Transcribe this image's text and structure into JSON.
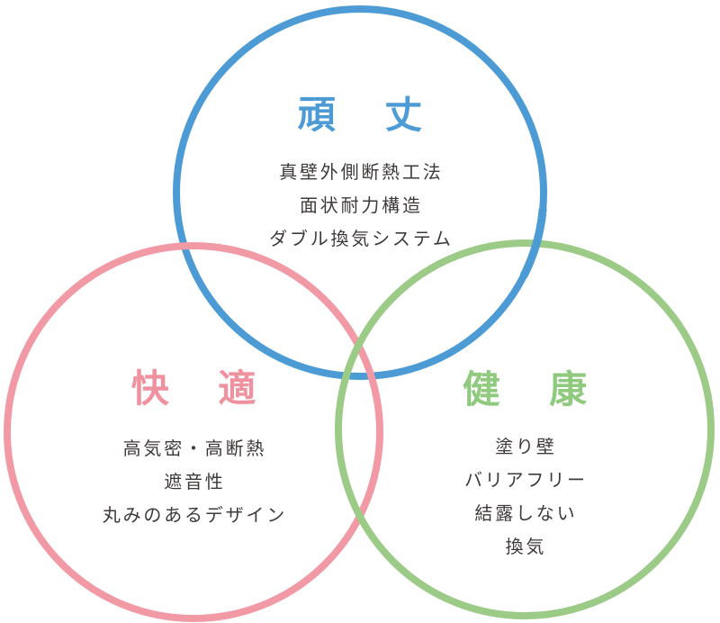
{
  "diagram": {
    "type": "venn",
    "background_color": "#FFFFFF",
    "text_color": "#3E3A39",
    "circles": [
      {
        "id": "sturdy",
        "title": "頑　丈",
        "title_color": "#4D9BD5",
        "stroke_color": "#4D9BD5",
        "items": [
          "真壁外側断熱工法",
          "面状耐力構造",
          "ダブル換気システム"
        ]
      },
      {
        "id": "comfort",
        "title": "快　適",
        "title_color": "#F0919F",
        "stroke_color": "#F19AA5",
        "items": [
          "高気密・高断熱",
          "遮音性",
          "丸みのあるデザイン"
        ]
      },
      {
        "id": "health",
        "title": "健　康",
        "title_color": "#8FCA7F",
        "stroke_color": "#9CCB87",
        "items": [
          "塗り壁",
          "バリアフリー",
          "結露しない",
          "換気"
        ]
      }
    ]
  }
}
